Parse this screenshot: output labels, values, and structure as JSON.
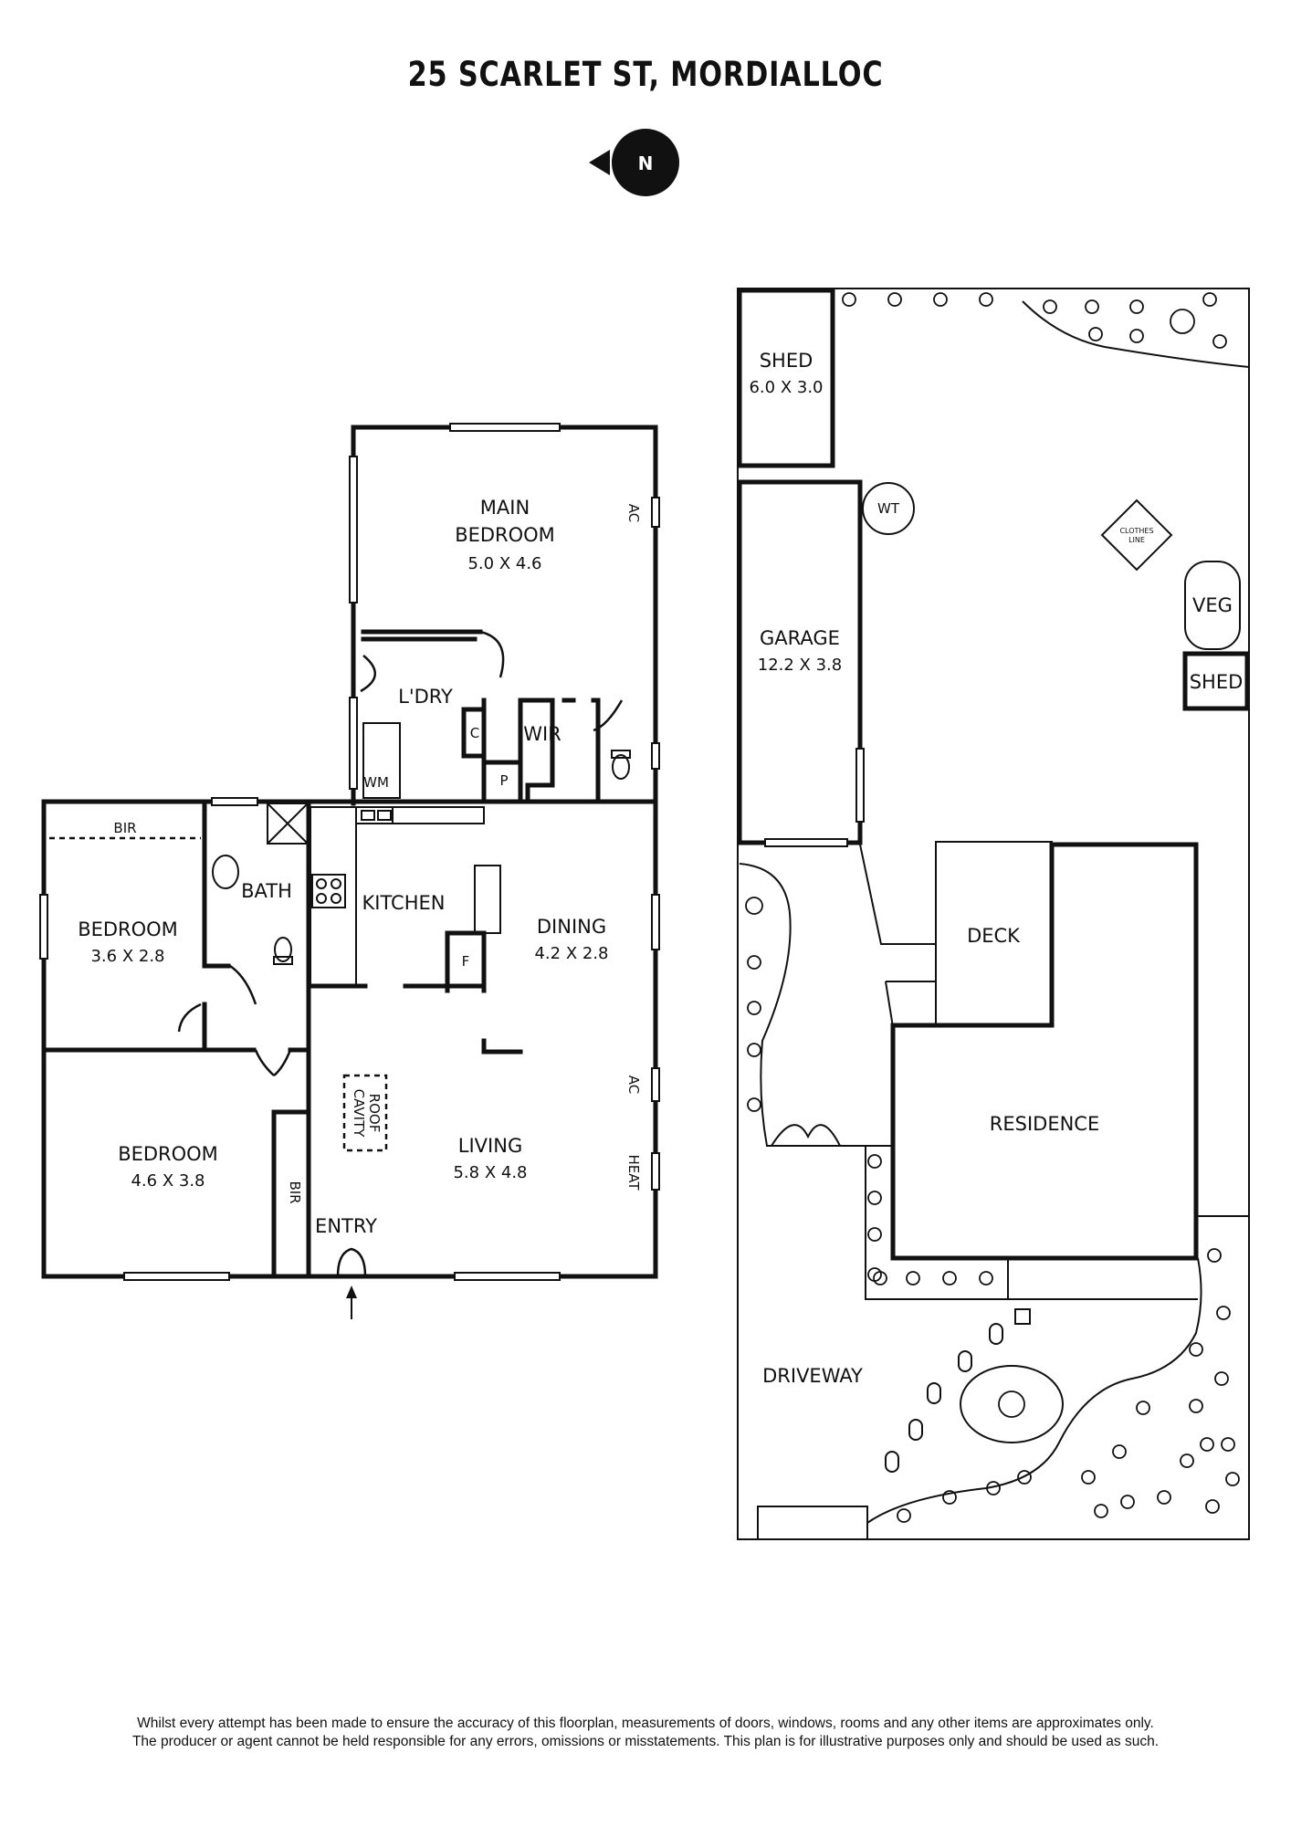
{
  "title": "25 SCARLET ST, MORDIALLOC",
  "compass": {
    "letter": "N",
    "icon": "north-arrow-icon"
  },
  "rooms": {
    "main_bedroom": {
      "name_line1": "MAIN",
      "name_line2": "BEDROOM",
      "size": "5.0 X 4.6"
    },
    "laundry": {
      "name": "L'DRY"
    },
    "wir": {
      "name": "WIR"
    },
    "cupboard": {
      "name": "C"
    },
    "pantry": {
      "name": "P"
    },
    "wm": {
      "name": "WM"
    },
    "bir_top": {
      "name": "BIR"
    },
    "bath": {
      "name": "BATH"
    },
    "kitchen": {
      "name": "KITCHEN"
    },
    "fridge": {
      "name": "F"
    },
    "dining": {
      "name": "DINING",
      "size": "4.2 X 2.8"
    },
    "bedroom_2": {
      "name": "BEDROOM",
      "size": "3.6 X 2.8"
    },
    "bedroom_3": {
      "name": "BEDROOM",
      "size": "4.6 X 3.8"
    },
    "bir_side": {
      "name": "BIR"
    },
    "roof_cavity": {
      "line1": "ROOF",
      "line2": "CAVITY"
    },
    "living": {
      "name": "LIVING",
      "size": "5.8 X 4.8"
    },
    "entry": {
      "name": "ENTRY"
    },
    "ac_main": {
      "name": "AC"
    },
    "ac_living": {
      "name": "AC"
    },
    "heat": {
      "name": "HEAT"
    }
  },
  "site": {
    "shed_large": {
      "name": "SHED",
      "size": "6.0 X 3.0"
    },
    "garage": {
      "name": "GARAGE",
      "size": "12.2 X 3.8"
    },
    "wt": {
      "name": "WT"
    },
    "clothes_line": {
      "line1": "CLOTHES",
      "line2": "LINE"
    },
    "veg": {
      "name": "VEG"
    },
    "shed_small": {
      "name": "SHED"
    },
    "deck": {
      "name": "DECK"
    },
    "residence": {
      "name": "RESIDENCE"
    },
    "driveway": {
      "name": "DRIVEWAY"
    }
  },
  "disclaimer": {
    "line1": "Whilst every attempt has been made to ensure the accuracy of this floorplan, measurements of doors, windows, rooms and any other items are approximates only.",
    "line2": "The producer or agent cannot be held responsible for any errors, omissions or misstatements. This plan is for illustrative purposes only and should be used as such."
  }
}
